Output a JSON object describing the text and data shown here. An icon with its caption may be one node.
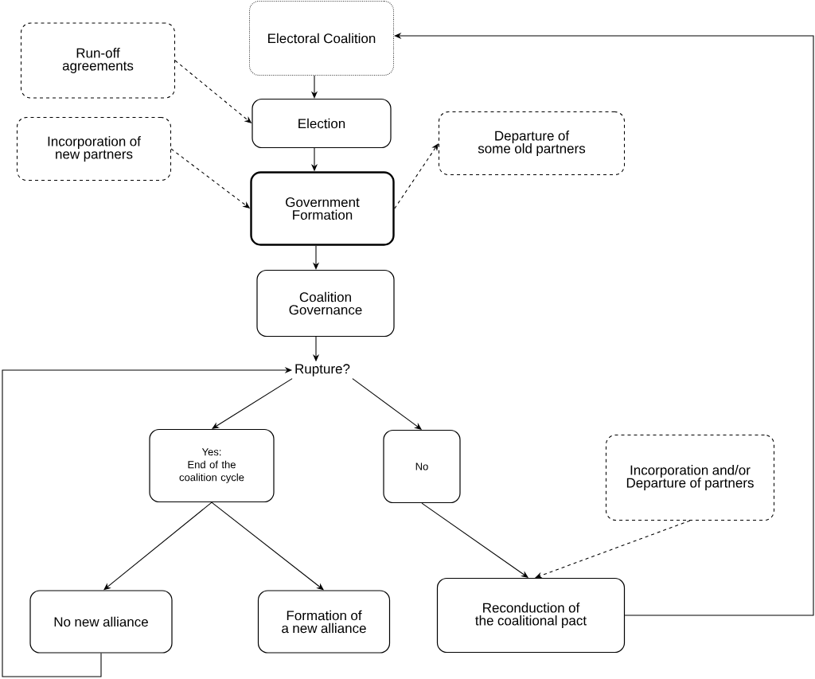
{
  "diagram": {
    "nodes": [
      {
        "text": [
          "Electoral Coalition"
        ]
      },
      {
        "text": [
          "Run-off agreements"
        ]
      },
      {
        "text": [
          "Election"
        ]
      },
      {
        "text": [
          "Incorporation of new partners"
        ]
      },
      {
        "text": [
          "Departure of some old partners"
        ]
      },
      {
        "text": [
          "Government Formation"
        ]
      },
      {
        "text": [
          "Coalition Governance"
        ]
      },
      {
        "text": [
          "Rupture?"
        ]
      },
      {
        "text": [
          "Yes:",
          "End of the coalition cycle"
        ]
      },
      {
        "text": [
          "No"
        ]
      },
      {
        "text": [
          "Incorporation and/or Departure of partners"
        ]
      },
      {
        "text": [
          "No new alliance"
        ]
      },
      {
        "text": [
          "Formation of a new alliance"
        ]
      },
      {
        "text": [
          "Reconduction of the coalitional pact"
        ]
      }
    ],
    "edges": [
      {
        "from": 0,
        "to": 2,
        "arrow": "to"
      },
      {
        "from": 1,
        "to": 2,
        "arrow": "to",
        "style": "dashed"
      },
      {
        "from": 2,
        "to": 5,
        "arrow": "to"
      },
      {
        "from": 3,
        "to": 5,
        "arrow": "to",
        "style": "dashed"
      },
      {
        "from": 5,
        "to": 4,
        "arrow": "to",
        "style": "dashed"
      },
      {
        "from": 5,
        "to": 6,
        "arrow": "to"
      },
      {
        "from": 6,
        "to": 7,
        "arrow": "to"
      },
      {
        "from": 7,
        "to": 8,
        "arrow": "to"
      },
      {
        "from": 7,
        "to": 9,
        "arrow": "to"
      },
      {
        "from": 8,
        "to": 11,
        "arrow": "to"
      },
      {
        "from": 8,
        "to": 12,
        "arrow": "to"
      },
      {
        "from": 9,
        "to": 13,
        "arrow": "to"
      },
      {
        "from": 10,
        "to": 13,
        "arrow": "to",
        "style": "dashed"
      },
      {
        "from": 11,
        "to": 7,
        "arrow": "to"
      },
      {
        "from": 13,
        "to": 0,
        "arrow": "to"
      }
    ]
  }
}
